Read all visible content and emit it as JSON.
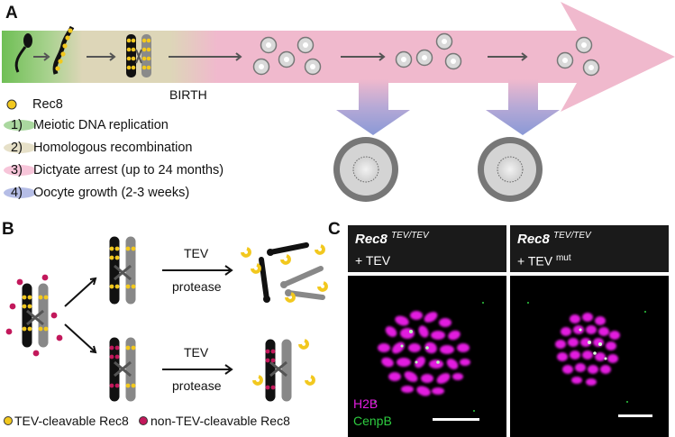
{
  "panelA": {
    "letter": "A",
    "birth_label": "BIRTH",
    "rec8_label": "Rec8",
    "stages": [
      {
        "number": "1)",
        "label": "Meiotic DNA replication",
        "color": "#7cc36b"
      },
      {
        "number": "2)",
        "label": "Homologous recombination",
        "color": "#e0d8c0"
      },
      {
        "number": "3)",
        "label": "Dictyate arrest (up to 24 months)",
        "color": "#f2b8cf"
      },
      {
        "number": "4)",
        "label": "Oocyte growth (2-3 weeks)",
        "color": "#9aa6dc"
      }
    ]
  },
  "panelB": {
    "letter": "B",
    "top_reaction": {
      "line1": "TEV",
      "line2": "protease"
    },
    "bottom_reaction": {
      "line1": "TEV",
      "line2": "protease"
    },
    "legend_cleavable": "TEV-cleavable Rec8",
    "legend_noncleavable": "non-TEV-cleavable Rec8",
    "color_cleavable": "#f2c81e",
    "color_noncleavable": "#c2185b"
  },
  "panelC": {
    "letter": "C",
    "left": {
      "genotype": "Rec8",
      "superscript": "TEV/TEV",
      "treatment": "+ TEV",
      "treatment_sup": ""
    },
    "right": {
      "genotype": "Rec8",
      "superscript": "TEV/TEV",
      "treatment": "+ TEV",
      "treatment_sup": "mut"
    },
    "channel_h2b": "H2B",
    "channel_cenpb": "CenpB",
    "color_h2b": "#e31de0",
    "color_cenpb": "#2ecc40"
  }
}
